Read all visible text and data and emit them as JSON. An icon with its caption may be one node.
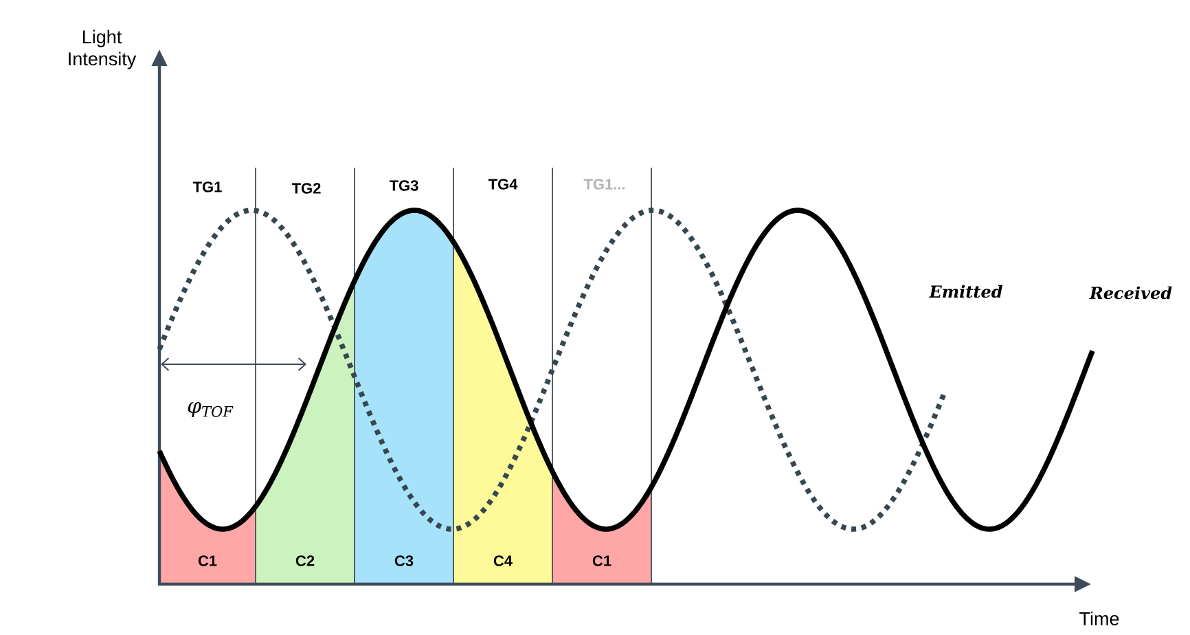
{
  "diagram": {
    "nodes": [
      {
        "text": [
          "C1"
        ]
      },
      {
        "text": [
          "C2"
        ]
      },
      {
        "text": [
          "C3"
        ]
      },
      {
        "text": [
          "C4"
        ]
      },
      {
        "text": [
          "C1"
        ]
      }
    ],
    "edges": [],
    "labels": [
      "Light Intensity",
      "TG1",
      "TG2",
      "TG3",
      "TG4",
      "TG1...",
      "Emitted",
      "Received",
      "φ$_{TOF}$",
      "Time"
    ]
  }
}
